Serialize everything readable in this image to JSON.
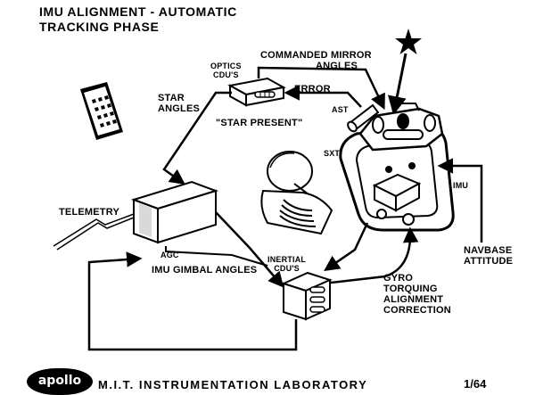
{
  "title": {
    "line1": "IMU ALIGNMENT - AUTOMATIC",
    "line2": "TRACKING PHASE"
  },
  "labels": {
    "commanded_mirror_angles_1": "COMMANDED MIRROR",
    "commanded_mirror_angles_2": "ANGLES",
    "optics_cdus_1": "OPTICS",
    "optics_cdus_2": "CDU'S",
    "error": "ERROR",
    "ast": "AST",
    "star_angles_1": "STAR",
    "star_angles_2": "ANGLES",
    "star_present": "\"STAR PRESENT\"",
    "sxt": "SXT",
    "imu": "IMU",
    "telemetry": "TELEMETRY",
    "agc": "AGC",
    "imu_gimbal_angles": "IMU GIMBAL ANGLES",
    "inertial_cdus_1": "INERTIAL",
    "inertial_cdus_2": "CDU'S",
    "navbase_attitude_1": "NAVBASE",
    "navbase_attitude_2": "ATTITUDE",
    "gyro_1": "GYRO",
    "gyro_2": "TORQUING",
    "gyro_3": "ALIGNMENT",
    "gyro_4": "CORRECTION"
  },
  "footer": {
    "logo_text": "apollo",
    "lab_name": "M.I.T. INSTRUMENTATION LABORATORY",
    "figure_number": "1/64"
  },
  "icons": [
    "star-icon",
    "dsky-keyboard-icon",
    "astronaut-icon",
    "imu-stable-member-icon",
    "sextant-telescope-icon"
  ]
}
